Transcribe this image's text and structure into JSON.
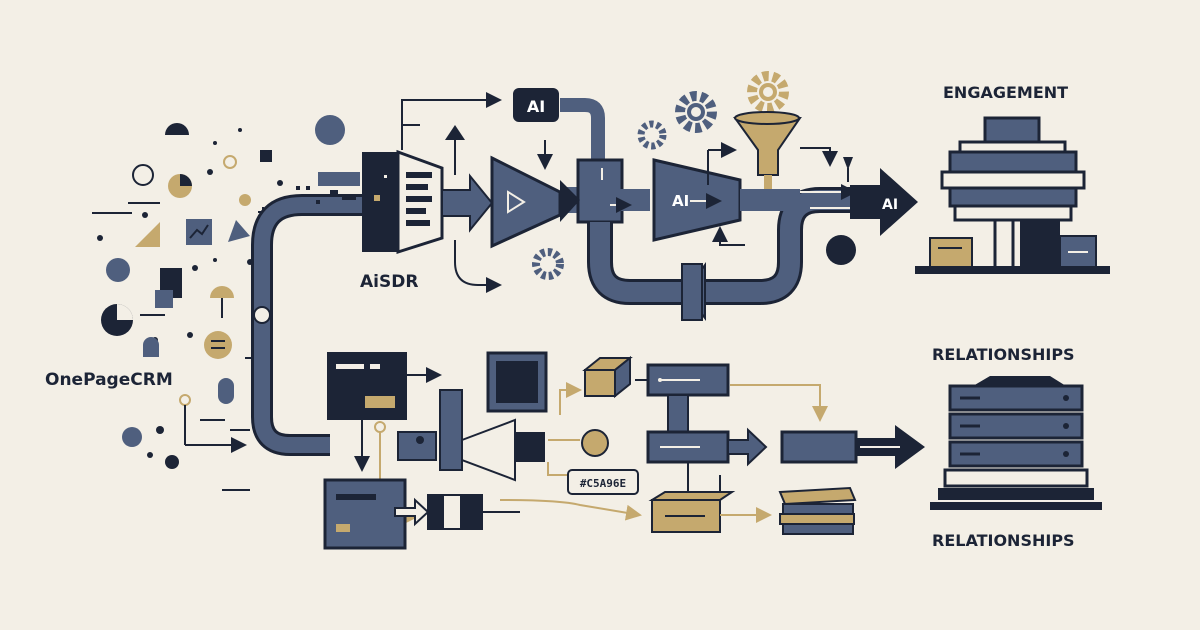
{
  "labels": {
    "source": "OnePageCRM",
    "sdr": "AiSDR",
    "engagement": "ENGAGEMENT",
    "relationships_top": "RELATIONSHIPS",
    "relationships_bottom": "RELATIONSHIPS"
  },
  "ai_badges": [
    "AI",
    "AI",
    "AI"
  ],
  "color_tag": "#C5A96E",
  "colors": {
    "navy": "#1c2436",
    "slate": "#4f5f7e",
    "gold": "#c5a96e",
    "background": "#f3efe6"
  }
}
